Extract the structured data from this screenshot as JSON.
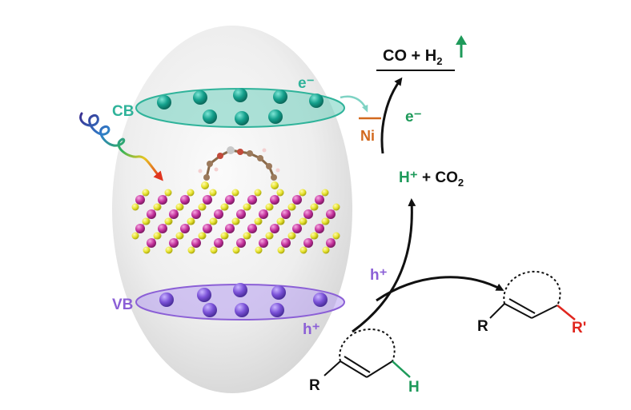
{
  "labels": {
    "cb": "CB",
    "vb": "VB",
    "electron_top": "e⁻",
    "electron_right": "e⁻",
    "hole_bottom": "h⁺",
    "hole_mid": "h⁺",
    "ni": "Ni",
    "product_top": "CO + H",
    "product_top_sub": "2",
    "h_co2": "H⁺ + CO",
    "h_co2_sub": "2",
    "reactant_r": "R",
    "reactant_h": "H",
    "product_r": "R",
    "product_r_prime": "R'"
  },
  "colors": {
    "cb_teal": "#2fb39a",
    "vb_purple": "#8b5fd6",
    "ni_orange": "#d2691e",
    "green": "#1e9a5a",
    "red": "#e0261e",
    "sulfur_yellow": "#e9e93a",
    "metal_magenta": "#c8349a"
  },
  "icons": [
    "light-wave-icon",
    "up-arrow-icon"
  ]
}
